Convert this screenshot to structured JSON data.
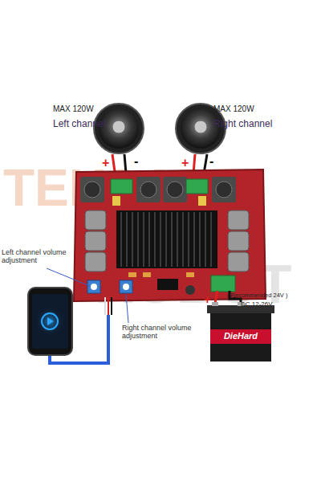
{
  "diagram": {
    "nodes": [
      {
        "text": [
          "MAX 120W",
          "Left channel"
        ]
      },
      {
        "text": [
          "MAX 120W",
          "Right channel"
        ]
      },
      {
        "text": [
          "DieHard"
        ]
      }
    ],
    "labels": [
      "+",
      "-",
      "+",
      "-",
      "TEKSAR",
      "ROBOT",
      "Left channel volume adjustment",
      "Right channel volume adjustment",
      "( Recommended 24V )",
      "DC 12-26V",
      "+",
      "-"
    ]
  }
}
